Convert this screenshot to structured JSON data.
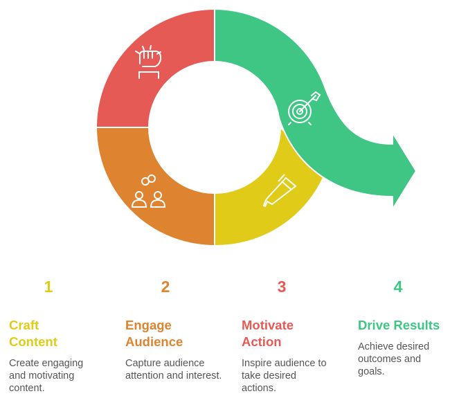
{
  "colors": {
    "red": "#e55a55",
    "orange": "#de8430",
    "yellow": "#dfcb18",
    "green": "#3fc584"
  },
  "steps": [
    {
      "number": "1",
      "title_line1": "Craft",
      "title_line2": "Content",
      "description": "Create engaging and motivating content.",
      "color": "#dfcb18",
      "icon": "pen-icon"
    },
    {
      "number": "2",
      "title_line1": "Engage",
      "title_line2": "Audience",
      "description": "Capture audience attention and interest.",
      "color": "#de8430",
      "icon": "people-icon"
    },
    {
      "number": "3",
      "title_line1": "Motivate",
      "title_line2": "Action",
      "description": "Inspire audience to take desired actions.",
      "color": "#e55a55",
      "icon": "fist-icon"
    },
    {
      "number": "4",
      "title_line1": "Drive Results",
      "title_line2": "",
      "description": "Achieve desired outcomes and goals.",
      "color": "#3fc584",
      "icon": "target-icon"
    }
  ]
}
